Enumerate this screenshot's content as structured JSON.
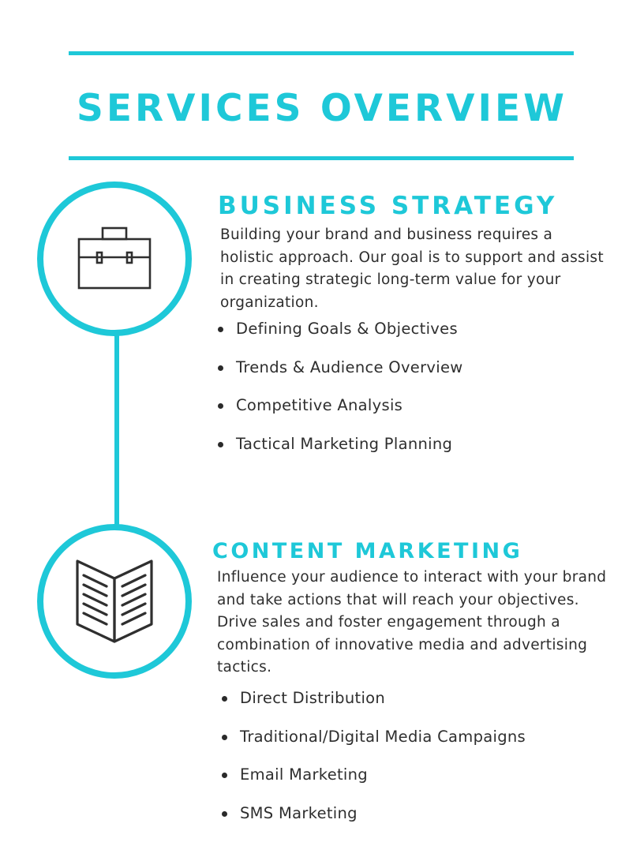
{
  "title": "SERVICES OVERVIEW",
  "colors": {
    "accent": "#1ec8d8",
    "text": "#2e2e2e",
    "icon_stroke": "#2f2f2f"
  },
  "sections": [
    {
      "icon": "briefcase-icon",
      "heading": "BUSINESS STRATEGY",
      "description": "Building your brand and business requires a holistic approach. Our goal is to support and assist in creating strategic long-term value for your organization.",
      "items": [
        "Defining Goals & Objectives",
        "Trends & Audience Overview",
        "Competitive Analysis",
        "Tactical Marketing Planning"
      ]
    },
    {
      "icon": "open-book-icon",
      "heading": "CONTENT MARKETING",
      "description": "Influence your audience to interact with your brand and take actions that will reach your objectives. Drive sales and foster engagement through a combination of innovative media and advertising tactics.",
      "items": [
        "Direct Distribution",
        "Traditional/Digital Media Campaigns",
        "Email Marketing",
        "SMS Marketing"
      ]
    }
  ]
}
